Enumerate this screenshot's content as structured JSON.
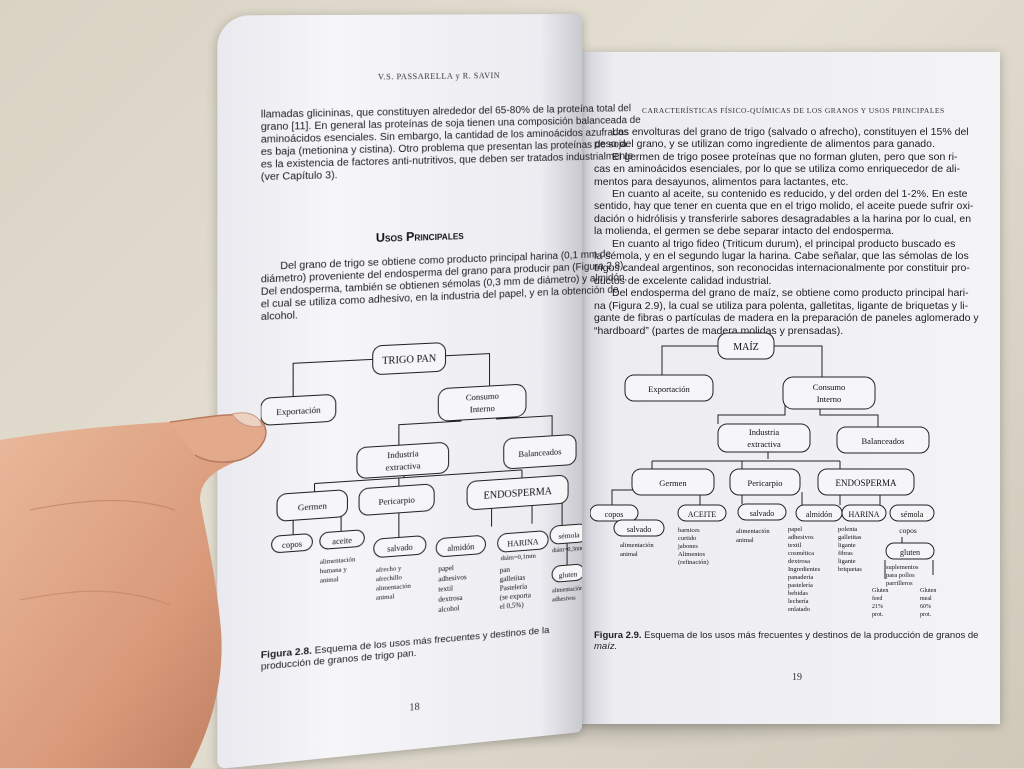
{
  "left_page": {
    "header": "V.S. PASSARELLA y R. SAVIN",
    "intro_lines": [
      "llamadas glicininas, que constituyen alrededor del 65-80% de la proteína total del",
      "grano [11]. En general las proteínas de soja tienen una composición balanceada de",
      "aminoácidos esenciales. Sin embargo, la cantidad de los aminoácidos azufrados",
      "es baja (metionina y cistina). Otro problema que presentan las proteínas de soja",
      "es la existencia de factores anti-nutritivos, que deben ser tratados industrialmente",
      "(ver Capítulo 3)."
    ],
    "section_title": "Usos Principales",
    "body_lines": [
      "Del grano de trigo se obtiene como producto principal harina (0,1 mm de",
      "diámetro) proveniente del endosperma del grano para producir pan (Figura 2.8).",
      "Del endosperma, también se obtienen sémolas (0,3 mm de diámetro) y almidón,",
      "el cual se utiliza como adhesivo, en la industria del papel, y en la obtención de",
      "alcohol."
    ],
    "diagram": {
      "root": "TRIGO PAN",
      "exportacion": "Exportación",
      "consumo": [
        "Consumo",
        "Interno"
      ],
      "industria": [
        "Industria",
        "extractiva"
      ],
      "balanceados": "Balanceados",
      "germen": "Germen",
      "pericarpio": "Pericarpio",
      "endosperma": "ENDOSPERMA",
      "copos": "copos",
      "aceite": "aceite",
      "salvado": "salvado",
      "almidon": "almidón",
      "harina": "HARINA",
      "semola": "sémola",
      "gluten": "gluten",
      "harina_note": "diám=0,1mm",
      "semola_note": "diám=0,3mm",
      "aceite_uses": [
        "alimentación",
        "humana y",
        "animal"
      ],
      "salvado_uses": [
        "afrecho y",
        "afrechillo",
        "alimentación",
        "animal"
      ],
      "almidon_uses": [
        "papel",
        "adhesivos",
        "textil",
        "dextrosa",
        "alcohol"
      ],
      "harina_uses": [
        "pan",
        "galletitas",
        "Pastelería",
        "(se exporta",
        "el 0,5%)"
      ],
      "gluten_uses": [
        "alimentación",
        "adhesivos"
      ]
    },
    "caption_label": "Figura 2.8.",
    "caption_text": "Esquema de los usos más frecuentes y destinos de la producción de granos",
    "caption_text2": "de trigo pan.",
    "page_number": "18"
  },
  "right_page": {
    "header": "CARACTERÍSTICAS FÍSICO-QUÍMICAS DE LOS GRANOS Y USOS PRINCIPALES",
    "body_lines": [
      "Las envolturas del grano de trigo (salvado o afrecho), constituyen el 15% del",
      "peso del grano, y se utilizan como ingrediente de alimentos para ganado.",
      "El germen de trigo posee proteínas que no forman gluten, pero que son ri-",
      "cas en aminoácidos esenciales, por lo que se utiliza como enriquecedor de ali-",
      "mentos para desayunos, alimentos para lactantes, etc.",
      "En cuanto al aceite, su contenido es reducido, y del orden del 1-2%. En este",
      "sentido, hay que tener en cuenta que en el trigo molido, el aceite puede sufrir oxi-",
      "dación o hidrólisis y transferirle sabores desagradables a la harina por lo cual, en",
      "la molienda, el germen se debe separar intacto del endosperma.",
      "En cuanto al trigo fideo (Triticum durum), el principal producto buscado es",
      "la sémola, y en el segundo lugar la harina. Cabe señalar, que las sémolas de los",
      "trigos candeal argentinos, son reconocidas internacionalmente por constituir pro-",
      "ductos de excelente calidad industrial.",
      "Del endosperma del grano de maíz, se obtiene como producto principal hari-",
      "na (Figura 2.9), la cual se utiliza para polenta, galletitas, ligante de briquetas y li-",
      "gante de fibras o partículas de madera en la preparación de paneles aglomerado y",
      "“hardboard” (partes de madera molidas y prensadas)."
    ],
    "diagram": {
      "root": "MAÍZ",
      "exportacion": "Exportación",
      "consumo": [
        "Consumo",
        "Interno"
      ],
      "industria": [
        "Industria",
        "extractiva"
      ],
      "balanceados": "Balanceados",
      "germen": "Germen",
      "pericarpio": "Pericarpio",
      "endosperma": "ENDOSPERMA",
      "copos": "copos",
      "aceite": "ACEITE",
      "salvado": "salvado",
      "salvado2": "salvado",
      "almidon": "almidón",
      "harina": "HARINA",
      "semola": "sémola",
      "copos2": "copos",
      "gluten": "gluten",
      "copos_uses": [
        "alimentación",
        "animal"
      ],
      "aceite_uses": [
        "barnices",
        "curtido",
        "jabones",
        "Alimentos",
        "(refinación)"
      ],
      "salvado_uses": [
        "alimentación",
        "animal"
      ],
      "almidon_uses": [
        "papel",
        "adhesivos",
        "textil",
        "cosmética",
        "dextrosa",
        "Ingredientes",
        "panadería",
        "pastelería",
        "bebidas",
        "lechería",
        "enlatado"
      ],
      "harina_uses": [
        "polenta",
        "galletitas",
        "ligante",
        "fibras",
        "ligante",
        "briquetas"
      ],
      "gluten_uses": [
        "suplementos",
        "para pollos",
        "parrilleros"
      ],
      "gluten_feed": [
        "Gluten",
        "feed",
        "21%",
        "prot."
      ],
      "gluten_meal": [
        "Gluten",
        "meal",
        "60%",
        "prot."
      ]
    },
    "caption_label": "Figura 2.9.",
    "caption_text": "Esquema de los usos más frecuentes y destinos de la producción de granos de",
    "caption_text2": "maíz.",
    "page_number": "19"
  }
}
